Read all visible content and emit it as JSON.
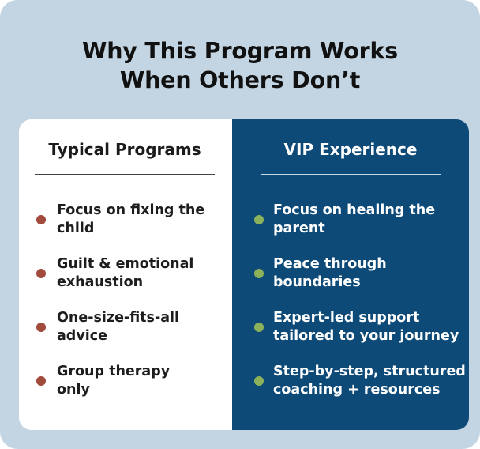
{
  "title": {
    "line1": "Why This Program Works",
    "line2": "When Others Don’t"
  },
  "colors": {
    "background": "#c3d5e2",
    "vip_panel": "#0d4a78",
    "typical_bullet": "#a24a3c",
    "vip_bullet": "#8bb25a"
  },
  "typical": {
    "heading": "Typical Programs",
    "items": [
      {
        "line1": "Focus on fixing the",
        "line2": "child"
      },
      {
        "line1": "Guilt & emotional",
        "line2": "exhaustion"
      },
      {
        "line1": "One-size-fits-all",
        "line2": "advice"
      },
      {
        "line1": "Group therapy",
        "line2": "only"
      }
    ]
  },
  "vip": {
    "heading": "VIP Experience",
    "items": [
      {
        "line1": "Focus on healing the",
        "line2": "parent"
      },
      {
        "line1": "Peace through",
        "line2": "boundaries"
      },
      {
        "line1": "Expert-led support",
        "line2": "tailored to your journey"
      },
      {
        "line1": "Step-by-step, structured",
        "line2": "coaching + resources"
      }
    ]
  }
}
